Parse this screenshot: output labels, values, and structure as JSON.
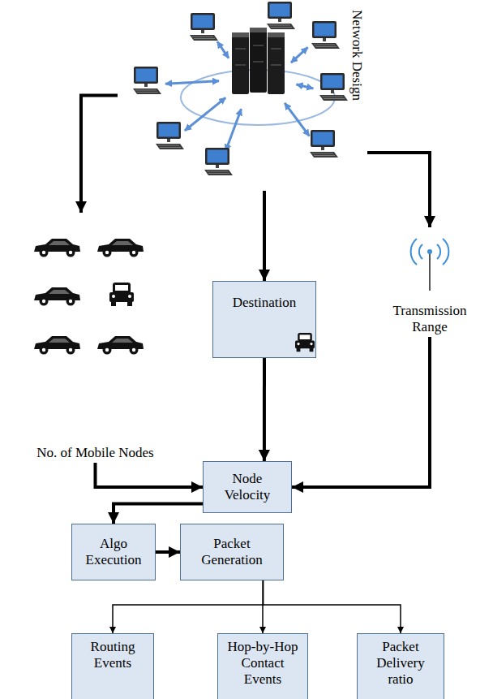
{
  "diagram": {
    "nodes": [
      {
        "text": [
          "Network Design"
        ]
      },
      {
        "text": [
          "No. of Mobile Nodes"
        ]
      },
      {
        "text": [
          "Destination"
        ]
      },
      {
        "text": [
          "Transmission Range"
        ]
      },
      {
        "text": [
          "Node Velocity"
        ]
      },
      {
        "text": [
          "Algo Execution"
        ]
      },
      {
        "text": [
          "Packet Generation"
        ]
      },
      {
        "text": [
          "Routing Events"
        ]
      },
      {
        "text": [
          "Hop-by-Hop Contact Events"
        ]
      },
      {
        "text": [
          "Packet Delivery ratio"
        ]
      }
    ],
    "edges": [
      {
        "from": 0,
        "to": 1,
        "arrow": "to"
      },
      {
        "from": 0,
        "to": 2,
        "arrow": "to"
      },
      {
        "from": 0,
        "to": 3,
        "arrow": "to"
      },
      {
        "from": 1,
        "to": 4,
        "arrow": "to"
      },
      {
        "from": 2,
        "to": 4,
        "arrow": "to"
      },
      {
        "from": 3,
        "to": 4,
        "arrow": "to"
      },
      {
        "from": 4,
        "to": 5,
        "arrow": "to"
      },
      {
        "from": 5,
        "to": 6,
        "arrow": "to"
      },
      {
        "from": 6,
        "to": 7,
        "arrow": "to"
      },
      {
        "from": 6,
        "to": 8,
        "arrow": "to"
      },
      {
        "from": 6,
        "to": 9,
        "arrow": "to"
      }
    ]
  }
}
